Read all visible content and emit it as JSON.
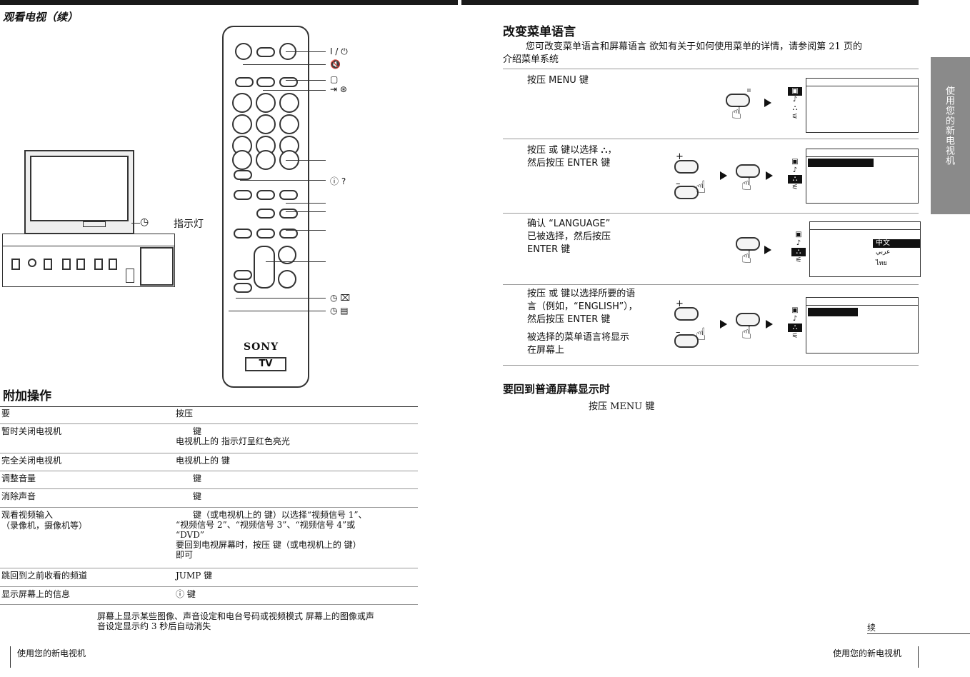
{
  "left": {
    "header": "观看电视（续）",
    "tv_indicator_label": "指示灯",
    "remote_labels": {
      "power": "I / ⏻",
      "mute": "🔇",
      "teletext": "▢",
      "input": "⇥ ⊛",
      "info": "ⓘ ?",
      "timer_off": "◷ ⌧",
      "timer_info": "◷ ▤"
    },
    "remote_brand": "SONY",
    "remote_tv": "TV",
    "section_title": "附加操作",
    "table": {
      "header_left": "要",
      "header_right": "按压",
      "rows": [
        {
          "left": "暂时关闭电视机",
          "right": [
            "键",
            "电视机上的    指示灯呈红色亮光"
          ]
        },
        {
          "left": "完全关闭电视机",
          "right": [
            "电视机上的    键"
          ]
        },
        {
          "left": "调整音量",
          "right": [
            "键"
          ]
        },
        {
          "left": "消除声音",
          "right": [
            "键"
          ]
        },
        {
          "left": "观看视频输入\n（录像机，摄像机等）",
          "right": [
            "键（或电视机上的    键）以选择“视频信号 1”、",
            "“视频信号 2”、“视频信号 3”、“视频信号 4”或",
            "“DVD”",
            "要回到电视屏幕时，按压    键（或电视机上的    键）",
            "即可"
          ]
        },
        {
          "left": "跳回到之前收看的频道",
          "right": [
            "JUMP 键"
          ]
        },
        {
          "left": "显示屏幕上的信息",
          "right": [
            "ⓘ 键"
          ]
        }
      ]
    },
    "note": [
      "屏幕上显示某些图像、声音设定和电台号码或视频模式    屏幕上的图像或声",
      "音设定显示约 3 秒后自动消失"
    ],
    "footer": "使用您的新电视机"
  },
  "right": {
    "title": "改变菜单语言",
    "intro": [
      "您可改变菜单语言和屏幕语言    欲知有关于如何使用菜单的详情，请参阅第 21 页的",
      "介绍菜单系统"
    ],
    "steps": [
      {
        "text": [
          "按压 MENU 键"
        ]
      },
      {
        "text": [
          "按压    或    键以选择 ⛬，",
          "然后按压 ENTER 键"
        ]
      },
      {
        "text": [
          "确认 “LANGUAGE”",
          "已被选择，然后按压",
          "ENTER 键"
        ]
      },
      {
        "text": [
          "按压    或    键以选择所要的语",
          "言（例如，“ENGLISH”），",
          "然后按压 ENTER 键"
        ],
        "sub": [
          "被选择的菜单语言将显示",
          "在屏幕上"
        ]
      }
    ],
    "lang_options": [
      "中文",
      "عربي",
      "ไทย"
    ],
    "plus": "+",
    "minus": "–",
    "return_title": "要回到普通屏幕显示时",
    "return_text": "按压 MENU 键",
    "side_tab": "使用您的新电视机",
    "continued": "续",
    "footer": "使用您的新电视机"
  }
}
